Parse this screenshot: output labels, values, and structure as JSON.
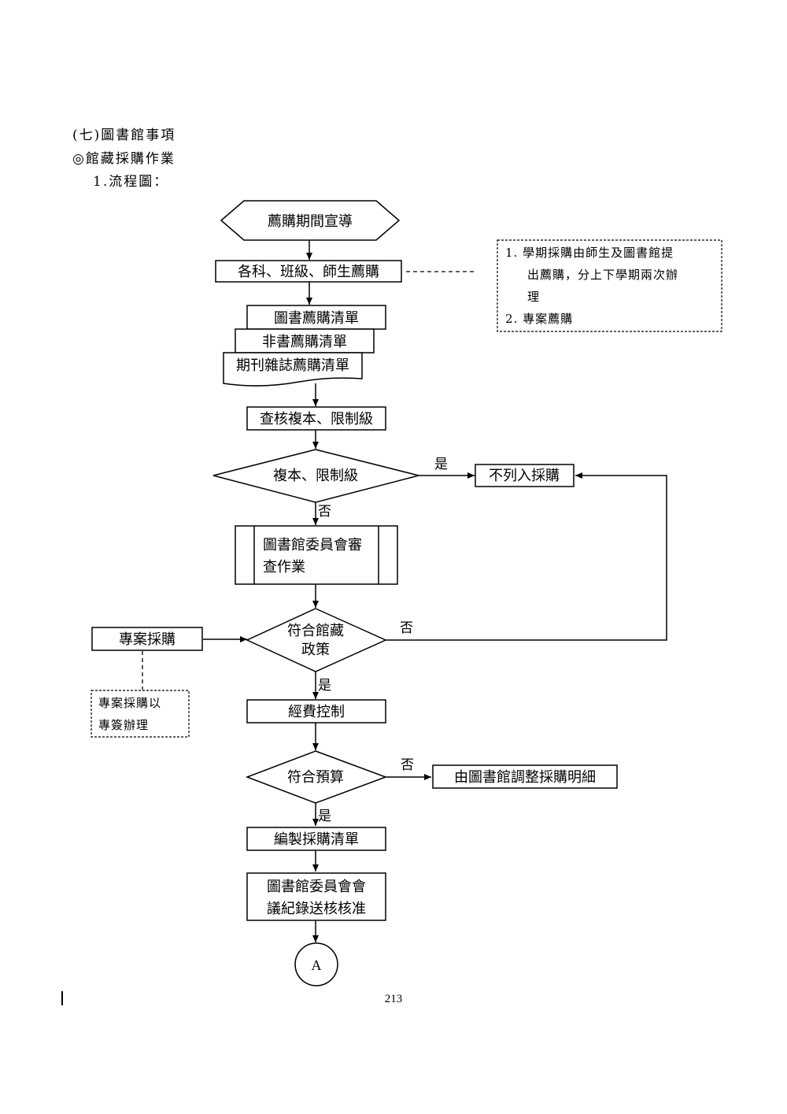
{
  "header": {
    "section": "(七)圖書館事項",
    "subsection": "◎館藏採購作業",
    "item": "1.流程圖："
  },
  "flow": {
    "start": "薦購期間宣導",
    "recommend": "各科、班級、師生薦購",
    "list_books": "圖書薦購清單",
    "list_nonbook": "非書薦購清單",
    "list_periodical": "期刊雜誌薦購清單",
    "check": "查核複本、限制級",
    "decision_dup": "複本、限制級",
    "exclude": "不列入採購",
    "committee_review_line1": "圖書館委員會審",
    "committee_review_line2": "查作業",
    "decision_policy_line1": "符合館藏",
    "decision_policy_line2": "政策",
    "special": "專案採購",
    "budget_control": "經費控制",
    "decision_budget": "符合預算",
    "adjust": "由圖書館調整採購明細",
    "make_list": "編製採購清單",
    "minutes_line1": "圖書館委員會會",
    "minutes_line2": "議紀錄送核核准",
    "connector": "A"
  },
  "labels": {
    "yes": "是",
    "no": "否"
  },
  "notes": {
    "recommend_note_line1": "1.  學期採購由師生及圖書館提",
    "recommend_note_line2": "出薦購，分上下學期兩次辦",
    "recommend_note_line3": "理",
    "recommend_note_line4": "2.  專案薦購",
    "special_note_line1": "專案採購以",
    "special_note_line2": "專簽辦理"
  },
  "footer": {
    "page_number": "213"
  }
}
